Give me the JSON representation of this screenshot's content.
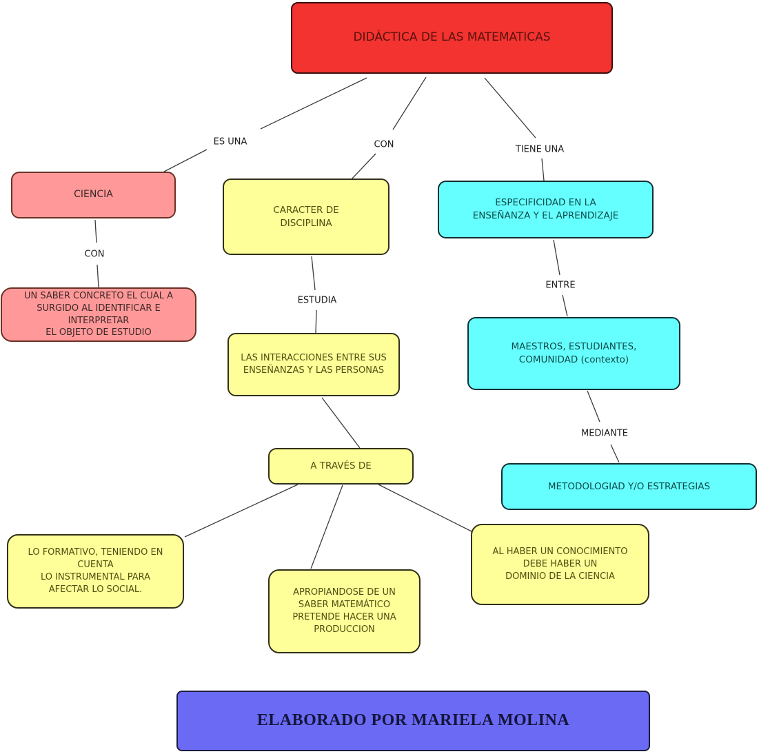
{
  "palette": {
    "red": "#f23330",
    "pink": "#ff9999",
    "yellow": "#ffff99",
    "cyan": "#66ffff",
    "purple": "#6a6af5"
  },
  "nodes": {
    "title": {
      "text": "DIDÁCTICA DE LAS MATEMATICAS",
      "color": "red"
    },
    "ciencia": {
      "text": "CIENCIA",
      "color": "pink"
    },
    "saber": {
      "text": "UN SABER CONCRETO EL CUAL A\nSURGIDO AL IDENTIFICAR E INTERPRETAR\nEL OBJETO DE ESTUDIO",
      "color": "pink"
    },
    "caracter": {
      "text": "CARACTER DE\nDISCIPLINA",
      "color": "yellow"
    },
    "especificidad": {
      "text": "ESPECIFICIDAD EN LA\nENSEÑANZA Y EL APRENDIZAJE",
      "color": "cyan"
    },
    "interacciones": {
      "text": "LAS INTERACCIONES ENTRE SUS\nENSEÑANZAS Y LAS PERSONAS",
      "color": "yellow"
    },
    "maestros": {
      "text": "MAESTROS, ESTUDIANTES,\nCOMUNIDAD (contexto)",
      "color": "cyan"
    },
    "metodologia": {
      "text": "METODOLOGIAD Y/O ESTRATEGIAS",
      "color": "cyan"
    },
    "a_traves": {
      "text": "A TRAVÉS DE",
      "color": "yellow"
    },
    "formativo": {
      "text": "LO FORMATIVO, TENIENDO EN CUENTA\nLO INSTRUMENTAL PARA\nAFECTAR LO SOCIAL.",
      "color": "yellow"
    },
    "apropiandose": {
      "text": "APROPIANDOSE DE UN\nSABER MATEMÁTICO\nPRETENDE HACER UNA\nPRODUCCION",
      "color": "yellow"
    },
    "al_haber": {
      "text": "AL HABER UN CONOCIMIENTO\nDEBE HABER UN\nDOMINIO DE LA CIENCIA",
      "color": "yellow"
    },
    "credit": {
      "text": "ELABORADO POR MARIELA MOLINA",
      "color": "purple"
    }
  },
  "edge_labels": {
    "es_una": "ES UNA",
    "con_top": "CON",
    "tiene_una": "TIENE UNA",
    "con_left": "CON",
    "estudia": "ESTUDIA",
    "entre": "ENTRE",
    "mediante": "MEDIANTE"
  }
}
